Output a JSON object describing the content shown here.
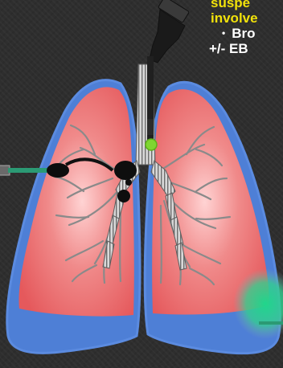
{
  "caption": {
    "line1": "suspe",
    "line2": "involve",
    "bullet_text": "Bro",
    "line4": "+/- EB"
  },
  "colors": {
    "background": "#2e2e2e",
    "lung_fill": "#e86a6a",
    "lung_outline": "#4a78c8",
    "pleural_lower": "#5f86cf",
    "lesion_green": "#24d08a",
    "node_green": "#7fd631",
    "instrument": "#2b9a74",
    "caption_yellow": "#f2e20a"
  },
  "icons": [
    "bronchoscope-icon",
    "needle-probe-icon",
    "lymph-node-marker"
  ]
}
